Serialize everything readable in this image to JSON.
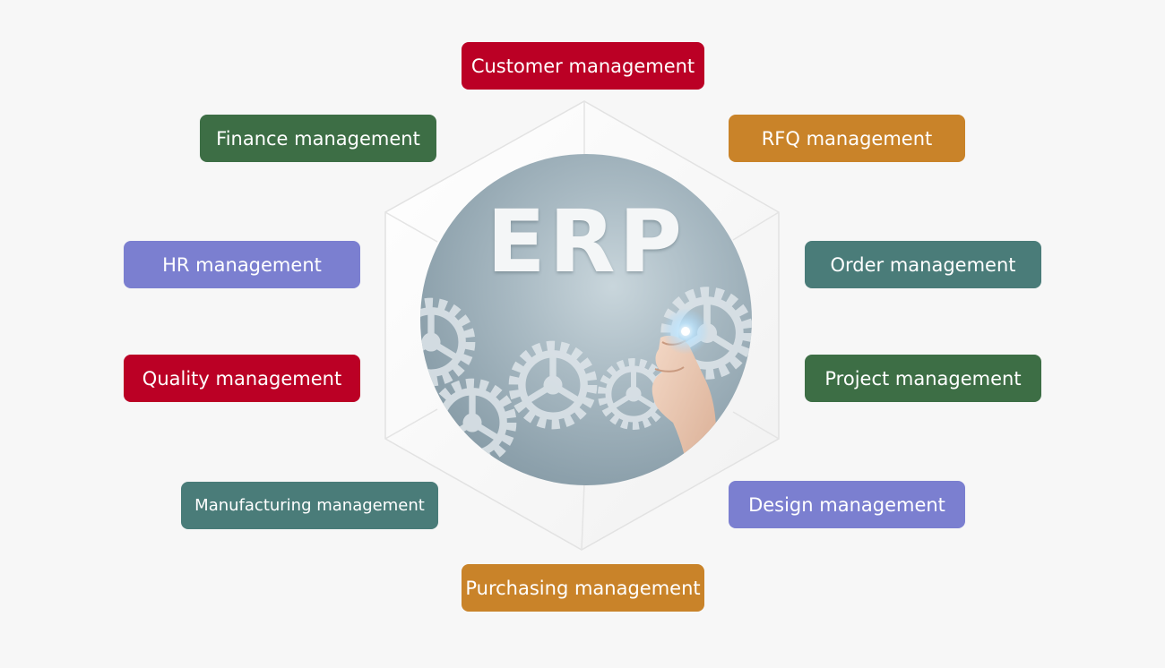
{
  "center": {
    "title": "ERP"
  },
  "modules": {
    "customer": {
      "label": "Customer management",
      "color": "#bb0025"
    },
    "finance": {
      "label": "Finance management",
      "color": "#3d6e45"
    },
    "rfq": {
      "label": "RFQ management",
      "color": "#c98329"
    },
    "hr": {
      "label": "HR management",
      "color": "#7b7fd0"
    },
    "order": {
      "label": "Order management",
      "color": "#4a7c79"
    },
    "quality": {
      "label": "Quality management",
      "color": "#bb0025"
    },
    "project": {
      "label": "Project management",
      "color": "#3d6e45"
    },
    "manufacturing": {
      "label": "Manufacturing management",
      "color": "#4a7c79"
    },
    "design": {
      "label": "Design management",
      "color": "#7b7fd0"
    },
    "purchasing": {
      "label": "Purchasing management",
      "color": "#c98329"
    }
  },
  "icons": {
    "gears": "gear-icon",
    "hand": "hand-icon"
  }
}
